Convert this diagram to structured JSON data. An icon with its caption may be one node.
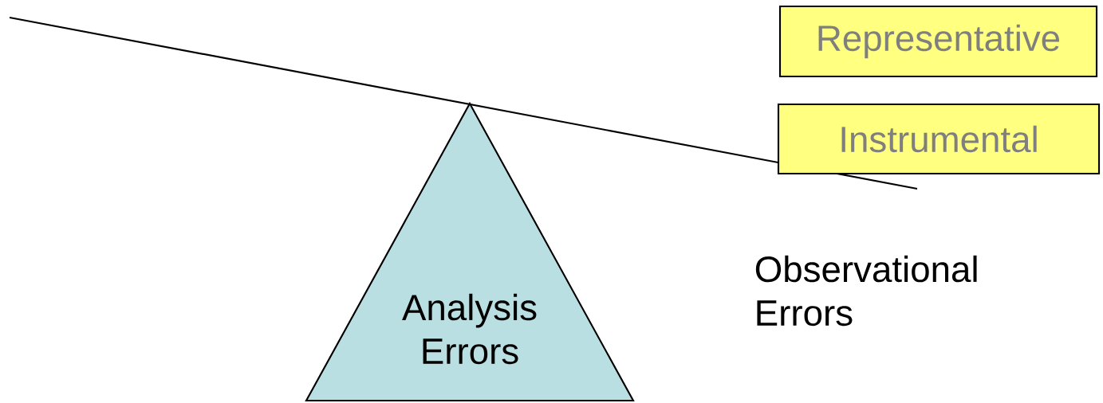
{
  "diagram": {
    "nodes": [
      {
        "text": [
          "Analysis Errors"
        ]
      },
      {
        "text": [
          "Representative"
        ]
      },
      {
        "text": [
          "Instrumental"
        ]
      }
    ],
    "labels": [
      "Observational Errors"
    ]
  }
}
